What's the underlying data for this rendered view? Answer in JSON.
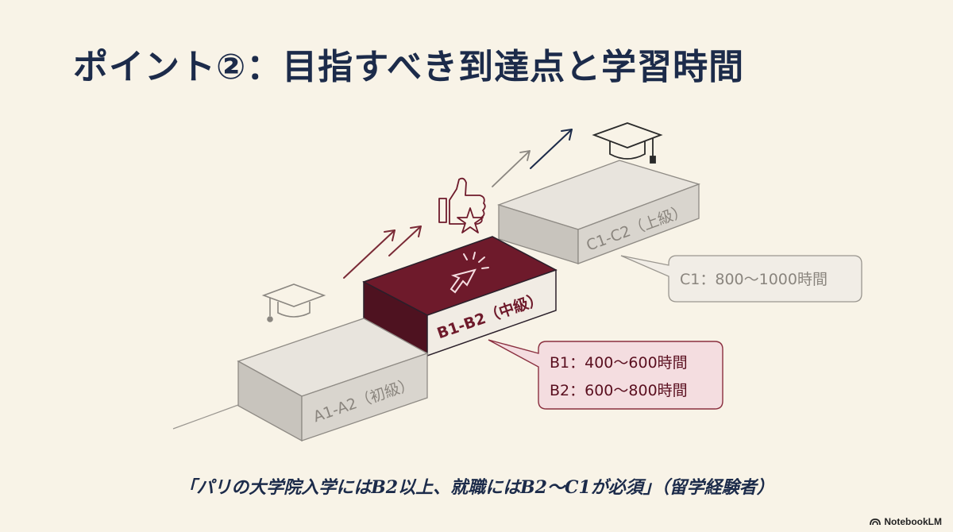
{
  "title": "ポイント②：目指すべき到達点と学習時間",
  "levels": {
    "a": {
      "label": "A1-A2（初級）"
    },
    "b": {
      "label": "B1-B2（中級）",
      "callout": [
        "B1：400〜600時間",
        "B2：600〜800時間"
      ]
    },
    "c": {
      "label": "C1-C2（上級）",
      "callout": [
        "C1：800〜1000時間"
      ]
    }
  },
  "quote": "「パリの大学院入学にはB2以上、就職にはB2〜C1が必須」（留学経験者）",
  "brand": "NotebookLM",
  "colors": {
    "background": "#f8f3e7",
    "title": "#1c2b4a",
    "step_grey": "#d9d5ce",
    "step_highlight": "#6e1a2b",
    "callout_highlight_bg": "#f4dde0"
  }
}
